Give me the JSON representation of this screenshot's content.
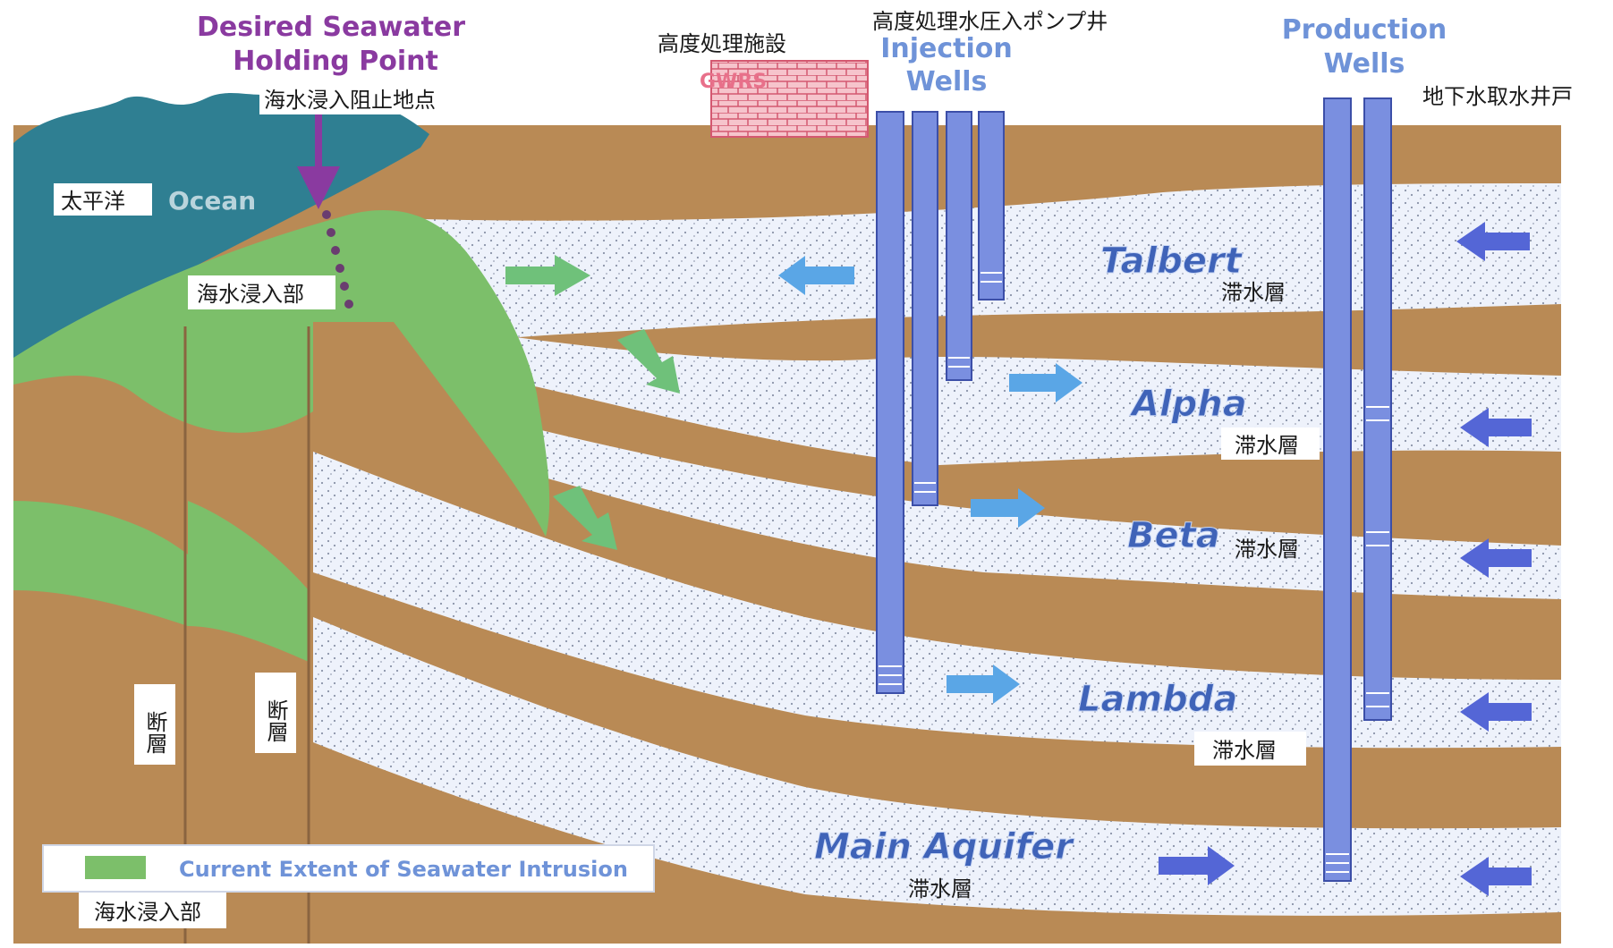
{
  "title": {
    "line1": "Desired Seawater",
    "line2": "Holding Point",
    "jp": "海水浸入阻止地点"
  },
  "facility": {
    "jp": "高度処理施設",
    "name": "GWRS"
  },
  "injection": {
    "jp": "高度処理水圧入ポンプ井",
    "line1": "Injection",
    "line2": "Wells"
  },
  "production": {
    "line1": "Production",
    "line2": "Wells",
    "jp": "地下水取水井戸"
  },
  "ocean": {
    "jp": "太平洋",
    "en": "Ocean"
  },
  "intrusion_label": "海水浸入部",
  "faults": [
    "断層",
    "断層"
  ],
  "aquifers": [
    {
      "name": "Talbert",
      "jp": "滞水層"
    },
    {
      "name": "Alpha",
      "jp": "滞水層"
    },
    {
      "name": "Beta",
      "jp": "滞水層"
    },
    {
      "name": "Lambda",
      "jp": "滞水層"
    },
    {
      "name": "Main Aquifer",
      "jp": "滞水層"
    }
  ],
  "legend": {
    "text": "Current Extent of Seawater Intrusion",
    "jp": "海水浸入部"
  },
  "colors": {
    "clay": "#b98a55",
    "aquifer": "#eef2fb",
    "ocean": "#2f7f92",
    "intrusion": "#7cbf6a",
    "well": "#7a8fe0",
    "arrow_green": "#6fc17a",
    "arrow_blue": "#5aa6e6",
    "arrow_indigo": "#5466d6",
    "title_purple": "#8a3aa0",
    "gwrs_pink": "#e8708a"
  }
}
